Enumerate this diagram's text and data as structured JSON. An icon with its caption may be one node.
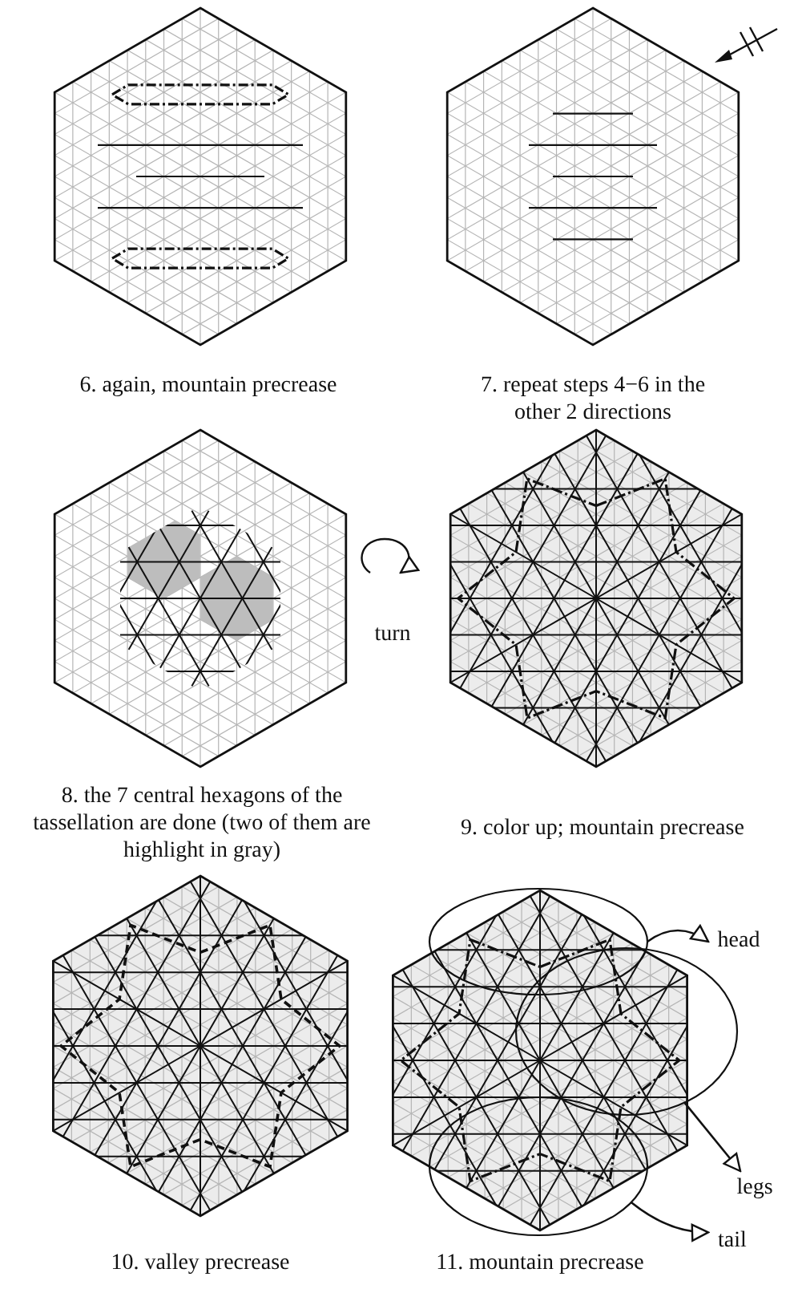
{
  "diagram": {
    "nodes": [
      {
        "text": [],
        "shape": "ellipse"
      },
      {
        "text": [],
        "shape": "ellipse"
      },
      {
        "text": [],
        "shape": "ellipse"
      },
      {
        "text": [
          "head"
        ]
      },
      {
        "text": [
          "legs"
        ]
      },
      {
        "text": [
          "tail"
        ]
      }
    ],
    "edges": [
      {
        "from": 0,
        "to": 3,
        "arrow": "to"
      },
      {
        "from": 1,
        "to": 4,
        "arrow": "to"
      },
      {
        "from": 2,
        "to": 5,
        "arrow": "to"
      }
    ],
    "labels": [
      "6. again, mountain precrease",
      "7. repeat steps 4−6 in the other 2 directions",
      "turn",
      "8. the 7 central hexagons of the tassellation are done (two of them are highlight in gray)",
      "9. color up; mountain precrease",
      "10. valley precrease",
      "11. mountain precrease"
    ]
  }
}
